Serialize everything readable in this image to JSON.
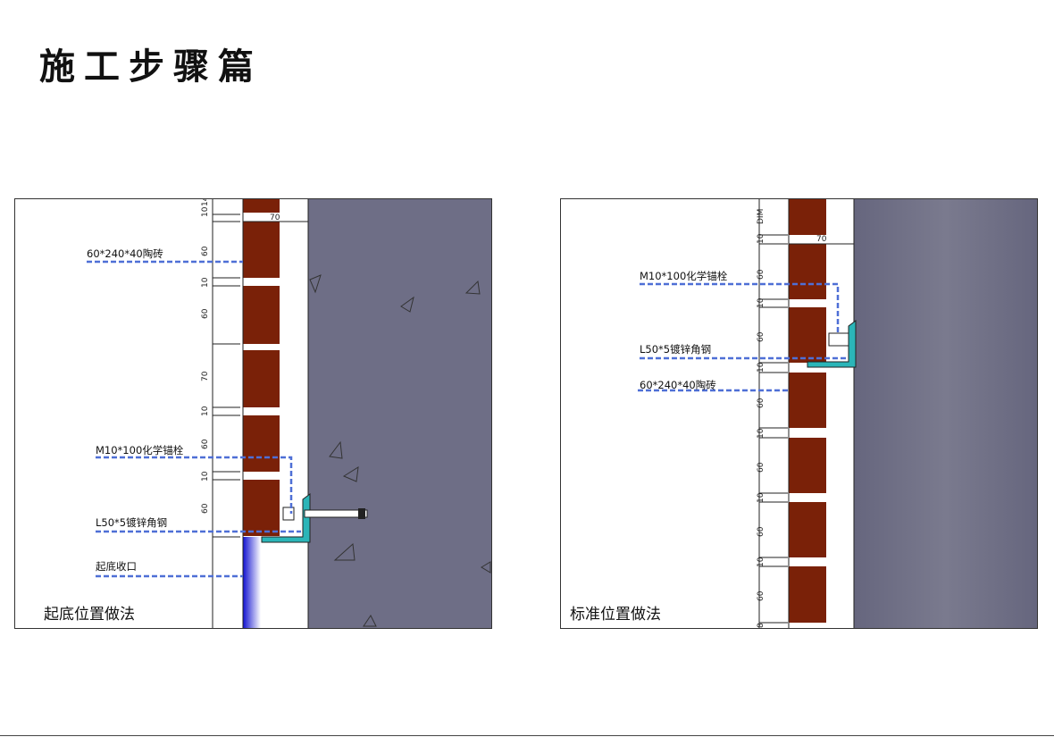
{
  "page": {
    "title": "施工步骤篇"
  },
  "colors": {
    "brick": "#7a2108",
    "concrete": "#6e6e86",
    "steel": "#2bb5b8",
    "leader": "#4e6fd6",
    "base_trim": "#1010d0"
  },
  "left_panel": {
    "caption": "起底位置做法",
    "labels": {
      "tile": "60*240*40陶砖",
      "anchor": "M10*100化学锚栓",
      "angle": "L50*5镀锌角钢",
      "base": "起底收口"
    },
    "dims": [
      "10",
      "14",
      "70",
      "60",
      "10",
      "60",
      "70",
      "10",
      "60",
      "10",
      "60"
    ]
  },
  "right_panel": {
    "caption": "标准位置做法",
    "labels": {
      "anchor": "M10*100化学锚栓",
      "angle": "L50*5镀锌角钢",
      "tile": "60*240*40陶砖"
    },
    "dims": [
      "DIM",
      "10",
      "70",
      "60",
      "10",
      "60",
      "10",
      "60",
      "10",
      "60",
      "10",
      "60",
      "10",
      "60",
      "8"
    ]
  }
}
